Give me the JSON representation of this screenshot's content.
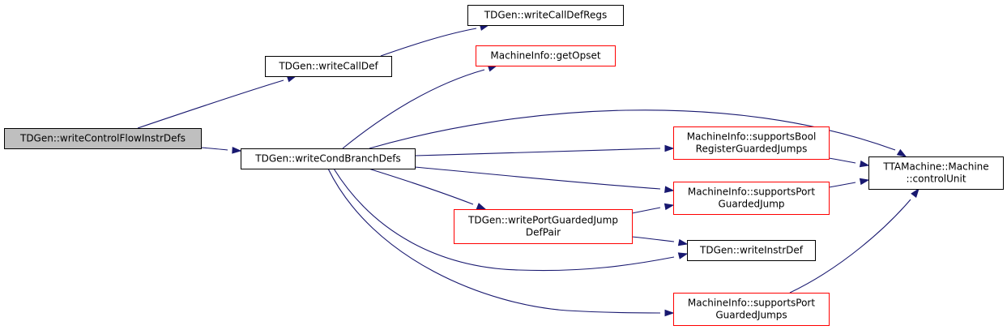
{
  "graph": {
    "colors": {
      "edge": "#191970",
      "node_fill": "#ffffff",
      "root_fill": "#bfbfbf",
      "border_default": "#000000",
      "border_truncated": "#ff0000",
      "text": "#000000"
    },
    "nodes": [
      {
        "id": "root",
        "lines": [
          "TDGen::writeControlFlowInstrDefs"
        ],
        "status": "root"
      },
      {
        "id": "writeCallDef",
        "lines": [
          "TDGen::writeCallDef"
        ],
        "status": "normal"
      },
      {
        "id": "writeCallDefRegs",
        "lines": [
          "TDGen::writeCallDefRegs"
        ],
        "status": "normal"
      },
      {
        "id": "getOpset",
        "lines": [
          "MachineInfo::getOpset"
        ],
        "status": "truncated"
      },
      {
        "id": "writeCondBranchDefs",
        "lines": [
          "TDGen::writeCondBranchDefs"
        ],
        "status": "normal"
      },
      {
        "id": "supportsBoolRegisterGuardedJumps",
        "lines": [
          "MachineInfo::supportsBool",
          "RegisterGuardedJumps"
        ],
        "status": "truncated"
      },
      {
        "id": "supportsPortGuardedJump",
        "lines": [
          "MachineInfo::supportsPort",
          "GuardedJump"
        ],
        "status": "truncated"
      },
      {
        "id": "writePortGuardedJumpDefPair",
        "lines": [
          "TDGen::writePortGuardedJump",
          "DefPair"
        ],
        "status": "truncated"
      },
      {
        "id": "writeInstrDef",
        "lines": [
          "TDGen::writeInstrDef"
        ],
        "status": "normal"
      },
      {
        "id": "supportsPortGuardedJumps",
        "lines": [
          "MachineInfo::supportsPort",
          "GuardedJumps"
        ],
        "status": "truncated"
      },
      {
        "id": "controlUnit",
        "lines": [
          "TTAMachine::Machine",
          "::controlUnit"
        ],
        "status": "normal"
      }
    ],
    "edges": [
      {
        "from": "root",
        "to": "writeCallDef"
      },
      {
        "from": "root",
        "to": "writeCondBranchDefs"
      },
      {
        "from": "writeCallDef",
        "to": "writeCallDefRegs"
      },
      {
        "from": "writeCondBranchDefs",
        "to": "getOpset"
      },
      {
        "from": "writeCondBranchDefs",
        "to": "controlUnit"
      },
      {
        "from": "writeCondBranchDefs",
        "to": "supportsBoolRegisterGuardedJumps"
      },
      {
        "from": "writeCondBranchDefs",
        "to": "supportsPortGuardedJump"
      },
      {
        "from": "writeCondBranchDefs",
        "to": "writePortGuardedJumpDefPair"
      },
      {
        "from": "writeCondBranchDefs",
        "to": "writeInstrDef"
      },
      {
        "from": "writeCondBranchDefs",
        "to": "supportsPortGuardedJumps"
      },
      {
        "from": "writePortGuardedJumpDefPair",
        "to": "supportsPortGuardedJump"
      },
      {
        "from": "writePortGuardedJumpDefPair",
        "to": "writeInstrDef"
      },
      {
        "from": "supportsBoolRegisterGuardedJumps",
        "to": "controlUnit"
      },
      {
        "from": "supportsPortGuardedJump",
        "to": "controlUnit"
      },
      {
        "from": "supportsPortGuardedJumps",
        "to": "controlUnit"
      }
    ]
  }
}
